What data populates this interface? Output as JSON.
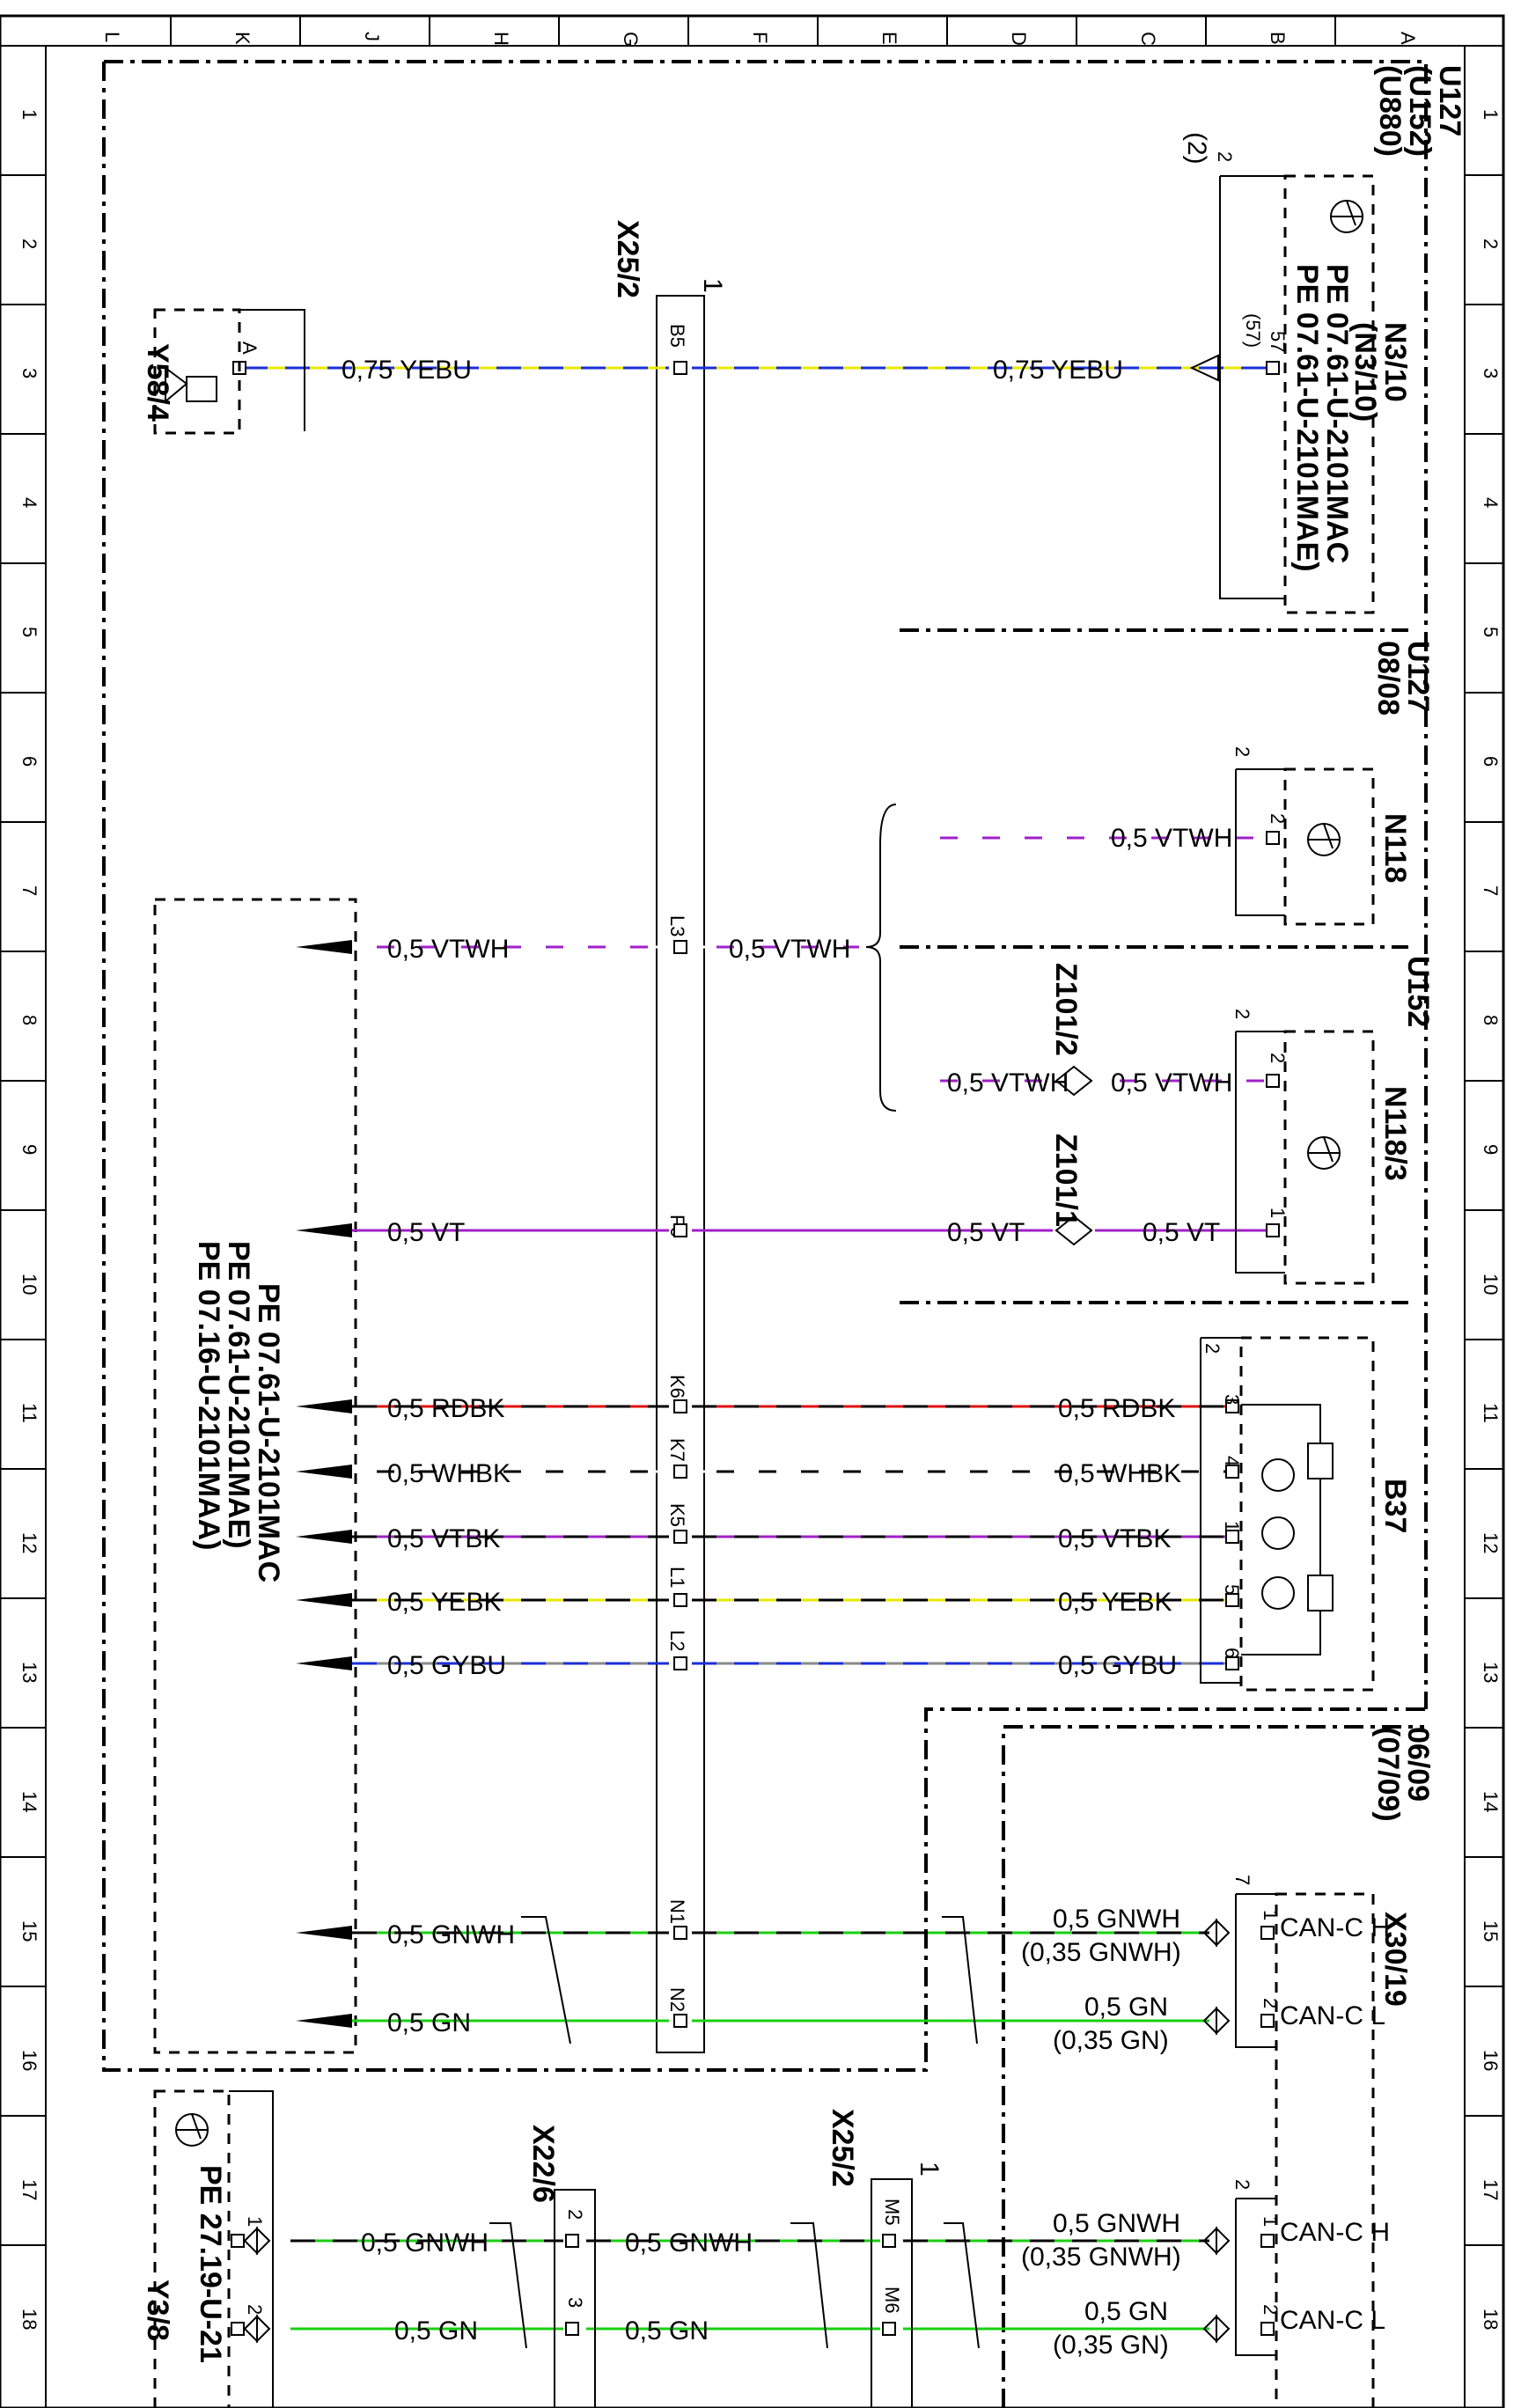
{
  "components": {
    "u127_group": [
      "U127",
      "(U152)",
      "(U880)"
    ],
    "n3_10": {
      "title": "N3/10",
      "sub": "(N3/10)",
      "ref1": "PE 07.61-U-2101MAC",
      "ref2": "PE 07.61-U-2101MAE)",
      "pin": "57",
      "pin_alt": "(57)",
      "conn": "2",
      "conn_alt": "(2)"
    },
    "y58_4": {
      "title": "Y58/4",
      "pin": "A"
    },
    "x25_2_top": {
      "title": "X25/2",
      "num": "1"
    },
    "u127_0808": [
      "U127",
      "08/08"
    ],
    "n118": {
      "title": "N118",
      "pin": "2",
      "conn": "2"
    },
    "u152": "U152",
    "n118_3": {
      "title": "N118/3",
      "pin2": "2",
      "pin1": "1",
      "conn": "2"
    },
    "z101_2": "Z101/2",
    "z101_1": "Z101/1",
    "b37": {
      "title": "B37",
      "pins": [
        "3",
        "4",
        "1",
        "5",
        "6"
      ],
      "conn": "2"
    },
    "left_refs": [
      "PE 07.61-U-2101MAC",
      "PE 07.61-U-2101MAE)",
      "PE 07.16-U-2101MAA)"
    ],
    "x30_19": {
      "title": "X30/19",
      "ref": [
        "06/09",
        "(07/09)"
      ],
      "can_h": "CAN-C H",
      "can_l": "CAN-C L",
      "conn": "7",
      "pin1": "1",
      "pin2": "2"
    },
    "x22_6": {
      "title": "X22/6",
      "pin2": "2",
      "pin3": "3"
    },
    "x25_2_bottom": {
      "title": "X25/2",
      "num": "1",
      "m5": "M5",
      "m6": "M6"
    },
    "y3_8": {
      "title": "Y3/8",
      "ref": "PE 27.19-U-21",
      "pin1": "1",
      "pin2": "2"
    },
    "x30_19_lower": {
      "can_h": "CAN-C H",
      "can_l": "CAN-C L",
      "conn": "2",
      "pin1": "1",
      "pin2": "2"
    }
  },
  "pins": {
    "b5": "B5",
    "l3": "L3",
    "f6": "F6",
    "k6": "K6",
    "k7": "K7",
    "k5": "K5",
    "l1": "L1",
    "l2": "L2",
    "n1": "N1",
    "n2": "N2"
  },
  "wires": {
    "yebu": "0,75 YEBU",
    "vtwh": "0,5 VTWH",
    "vt": "0,5 VT",
    "rdbk": "0,5 RDBK",
    "whbk": "0,5 WHBK",
    "vtbk": "0,5 VTBK",
    "yebk": "0,5 YEBK",
    "gybu": "0,5 GYBU",
    "gnwh": "0,5 GNWH",
    "gn": "0,5 GN",
    "gnwh_alt": "(0,35 GNWH)",
    "gn_alt": "(0,35 GN)"
  },
  "grid": {
    "top": [
      "L",
      "K",
      "J",
      "H",
      "G",
      "F",
      "E",
      "D",
      "C",
      "B",
      "A"
    ],
    "side": [
      "1",
      "2",
      "3",
      "4",
      "5",
      "6",
      "7",
      "8",
      "9",
      "10",
      "11",
      "12",
      "13",
      "14",
      "15",
      "16",
      "17",
      "18"
    ]
  },
  "colors": {
    "yellow": "#e8e800",
    "blue": "#1a2fd6",
    "violet": "#a020c8",
    "red": "#e01010",
    "black": "#000000",
    "green": "#18d010",
    "gray": "#8a8a8a",
    "white": "#ffffff"
  }
}
